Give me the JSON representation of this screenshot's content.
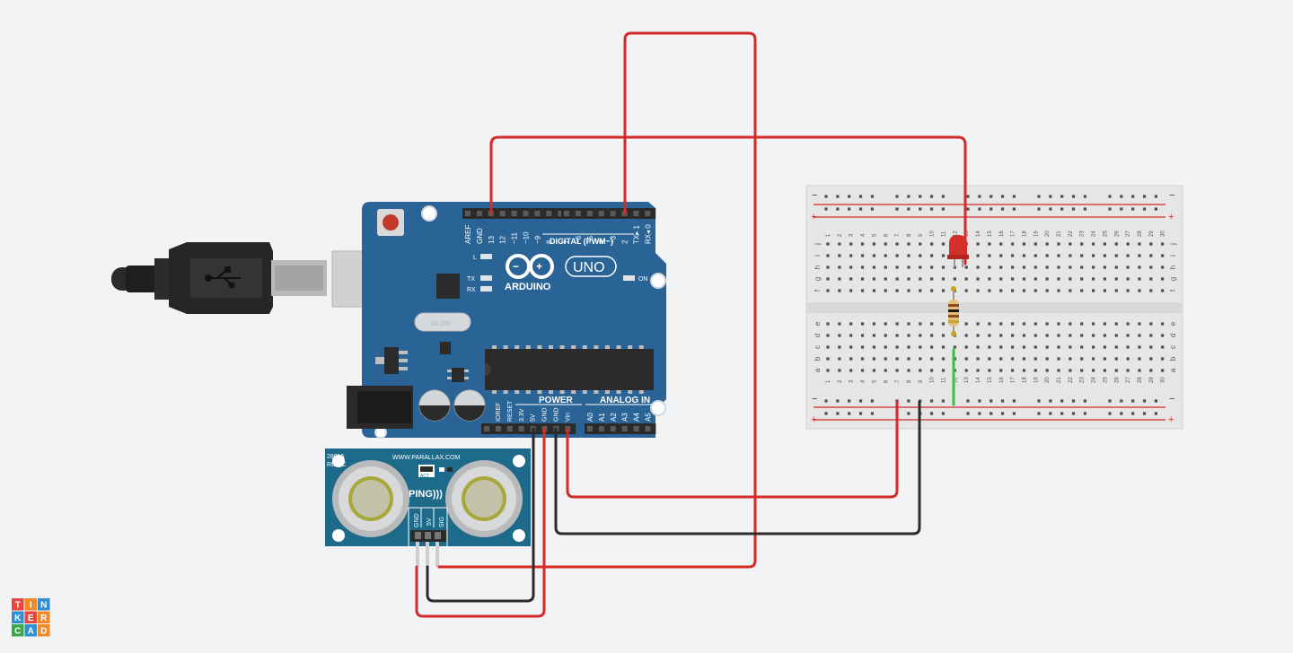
{
  "colors": {
    "background": "#f1f3f4",
    "arduino_board": "#2a6496",
    "wire_red": "#d42a2a",
    "wire_black": "#2b2b2b",
    "wire_green": "#3fbf3f",
    "breadboard": "#e6e6e6",
    "ping_board": "#1d6a8a",
    "led": "#d4302a"
  },
  "arduino": {
    "digital_header_label": "DIGITAL (PWM~)",
    "top_pins_left": [
      "AREF",
      "GND",
      "13",
      "12",
      "~11",
      "~10",
      "~9",
      "8"
    ],
    "top_pins_right": [
      "7",
      "~6",
      "~5",
      "4",
      "~3",
      "2",
      "TX▸ 1",
      "RX◂ 0"
    ],
    "power_label": "POWER",
    "analog_label": "ANALOG IN",
    "power_pins": [
      "IOREF",
      "RESET",
      "3.3V",
      "5V",
      "GND",
      "GND",
      "Vin"
    ],
    "analog_pins": [
      "A0",
      "A1",
      "A2",
      "A3",
      "A4",
      "A5"
    ],
    "brand": "ARDUINO",
    "model": "UNO",
    "led_l": "L",
    "led_tx": "TX",
    "led_rx": "RX",
    "led_on": "ON"
  },
  "ping": {
    "part_number": "28015",
    "revision": "REV C",
    "website": "WWW.PARALLAX.COM",
    "act": "ACT",
    "name": "PING)))",
    "pins": [
      "GND",
      "5V",
      "SIG"
    ]
  },
  "breadboard": {
    "rail_minus": "−",
    "rail_plus": "+",
    "rows_top": [
      "j",
      "i",
      "h",
      "g",
      "f"
    ],
    "rows_bottom": [
      "e",
      "d",
      "c",
      "b",
      "a"
    ],
    "columns": [
      "1",
      "2",
      "3",
      "4",
      "5",
      "6",
      "7",
      "8",
      "9",
      "10",
      "11",
      "12",
      "13",
      "14",
      "15",
      "16",
      "17",
      "18",
      "19",
      "20",
      "21",
      "22",
      "23",
      "24",
      "25",
      "26",
      "27",
      "28",
      "29",
      "30"
    ]
  },
  "logo": {
    "letters": [
      "T",
      "I",
      "N",
      "K",
      "E",
      "R",
      "C",
      "A",
      "D"
    ],
    "colors": [
      "#e8463f",
      "#f08a24",
      "#2f8fd3",
      "#2f8fd3",
      "#e8463f",
      "#f08a24",
      "#3aa84a",
      "#2f8fd3",
      "#f08a24"
    ]
  }
}
